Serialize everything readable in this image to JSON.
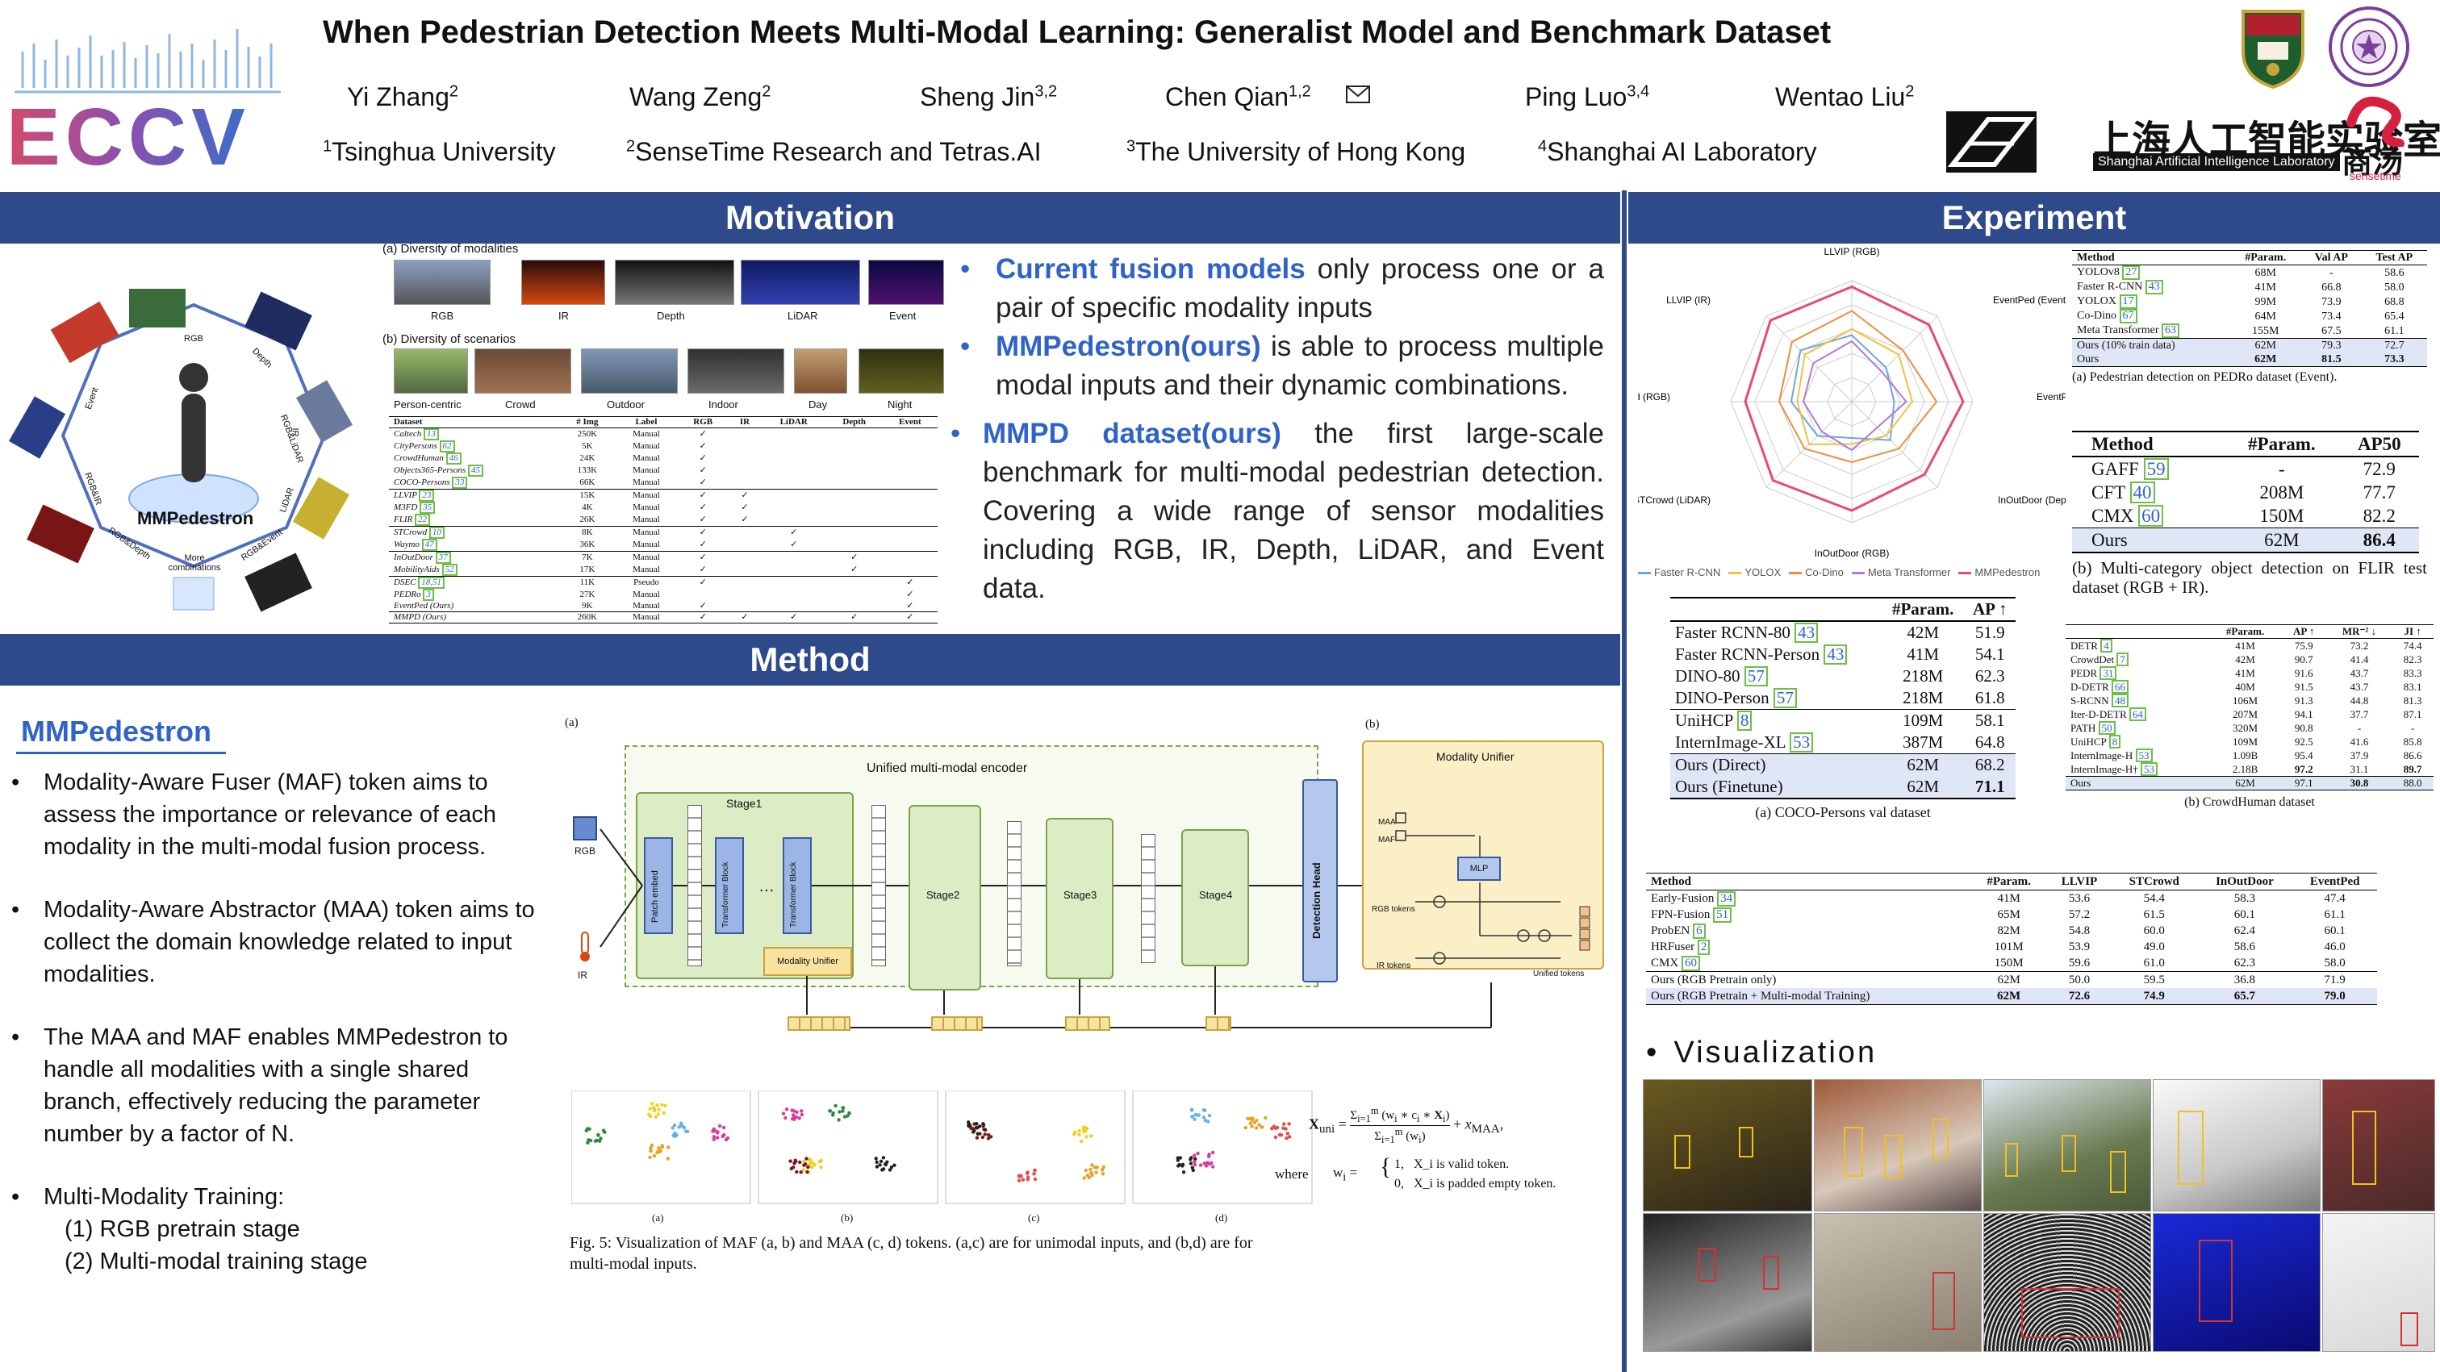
{
  "header": {
    "conference": "ECCV",
    "title": "When Pedestrian Detection Meets Multi-Modal Learning: Generalist Model and Benchmark Dataset",
    "authors": [
      {
        "name": "Yi Zhang",
        "sup": "2"
      },
      {
        "name": "Wang Zeng",
        "sup": "2"
      },
      {
        "name": "Sheng Jin",
        "sup": "3,2"
      },
      {
        "name": "Chen Qian",
        "sup": "1,2"
      },
      {
        "name": "Ping Luo",
        "sup": "3,4"
      },
      {
        "name": "Wentao Liu",
        "sup": "2"
      }
    ],
    "affiliations": [
      {
        "sup": "1",
        "name": "Tsinghua University"
      },
      {
        "sup": "2",
        "name": "SenseTime Research and Tetras.AI"
      },
      {
        "sup": "3",
        "name": "The University of Hong Kong"
      },
      {
        "sup": "4",
        "name": "Shanghai AI Laboratory"
      }
    ],
    "lab_logo_text": "上海人工智能实验室",
    "lab_logo_sub": "Shanghai Artificial Intelligence Laboratory",
    "sensetime_text": "商汤",
    "sensetime_sub": "sensetime"
  },
  "motivation": {
    "heading": "Motivation",
    "diagram_label": "MMPedestron",
    "ring_labels": [
      "RGB",
      "Depth",
      "IR",
      "Event",
      "LiDAR",
      "RGB&IR",
      "RGB&LiDAR",
      "RGB&Depth",
      "RGB&Event",
      "More combinations"
    ],
    "fig_a_caption": "(a) Diversity of modalities",
    "modalities": [
      "RGB",
      "IR",
      "Depth",
      "LiDAR",
      "Event"
    ],
    "fig_b_caption": "(b) Diversity of scenarios",
    "scenarios": [
      "Person-centric",
      "Crowd",
      "Outdoor",
      "Indoor",
      "Day",
      "Night"
    ],
    "dataset_table": {
      "headers": [
        "Dataset",
        "# Img",
        "Label",
        "RGB",
        "IR",
        "LiDAR",
        "Depth",
        "Event"
      ],
      "rows": [
        [
          "Caltech",
          "13",
          "250K",
          "Manual",
          "✓",
          "",
          "",
          "",
          ""
        ],
        [
          "CityPersons",
          "62",
          "5K",
          "Manual",
          "✓",
          "",
          "",
          "",
          ""
        ],
        [
          "CrowdHuman",
          "46",
          "24K",
          "Manual",
          "✓",
          "",
          "",
          "",
          ""
        ],
        [
          "Objects365-Persons",
          "45",
          "133K",
          "Manual",
          "✓",
          "",
          "",
          "",
          ""
        ],
        [
          "COCO-Persons",
          "33",
          "66K",
          "Manual",
          "✓",
          "",
          "",
          "",
          ""
        ],
        [
          "LLVIP",
          "23",
          "15K",
          "Manual",
          "✓",
          "✓",
          "",
          "",
          ""
        ],
        [
          "M3FD",
          "35",
          "4K",
          "Manual",
          "✓",
          "✓",
          "",
          "",
          ""
        ],
        [
          "FLIR",
          "22",
          "26K",
          "Manual",
          "✓",
          "✓",
          "",
          "",
          ""
        ],
        [
          "STCrowd",
          "10",
          "8K",
          "Manual",
          "✓",
          "",
          "✓",
          "",
          ""
        ],
        [
          "Waymo",
          "47",
          "36K",
          "Manual",
          "✓",
          "",
          "✓",
          "",
          ""
        ],
        [
          "InOutDoor",
          "37",
          "7K",
          "Manual",
          "✓",
          "",
          "",
          "✓",
          ""
        ],
        [
          "MobilityAids",
          "52",
          "17K",
          "Manual",
          "✓",
          "",
          "",
          "✓",
          ""
        ],
        [
          "DSEC",
          "18,51",
          "11K",
          "Pseudo",
          "✓",
          "",
          "",
          "",
          "✓"
        ],
        [
          "PEDRo",
          "3",
          "27K",
          "Manual",
          "",
          "",
          "",
          "",
          "✓"
        ],
        [
          "EventPed (Ours)",
          "",
          "9K",
          "Manual",
          "✓",
          "",
          "",
          "",
          "✓"
        ],
        [
          "MMPD (Ours)",
          "",
          "260K",
          "Manual",
          "✓",
          "✓",
          "✓",
          "✓",
          "✓"
        ]
      ]
    },
    "bullets": [
      {
        "highlight": "Current fusion models",
        "text": " only process one or a pair of specific modality inputs"
      },
      {
        "highlight": "MMPedestron(ours)",
        "text": " is able to process multiple modal inputs and their dynamic combinations."
      },
      {
        "highlight": "MMPD dataset(ours)",
        "text": " the first large-scale benchmark for multi-modal pedestrian detection.  Covering a wide range of sensor modalities including RGB, IR, Depth, LiDAR, and Event data."
      }
    ]
  },
  "method": {
    "heading": "Method",
    "subheading": "MMPedestron",
    "points": [
      "Modality-Aware Fuser (MAF) token aims to assess the importance or relevance of each modality in the multi-modal fusion process.",
      "Modality-Aware Abstractor (MAA) token aims to collect the domain knowledge related to input modalities.",
      "The MAA and MAF enables MMPedestron to handle all modalities with a single shared branch, effectively reducing the parameter number by a factor of N.",
      "Multi-Modality Training:"
    ],
    "training_stages": [
      "(1) RGB pretrain stage",
      "(2) Multi-modal training stage"
    ],
    "arch": {
      "label_a": "(a)",
      "label_b": "(b)",
      "encoder_title": "Unified multi-modal encoder",
      "stage1": "Stage1",
      "stage2": "Stage2",
      "stage3": "Stage3",
      "stage4": "Stage4",
      "patch_embed": "Patch embed",
      "transformer_block": "Transformer Block",
      "modality_unifier": "Modality Unifier",
      "detection_head": "Detection Head",
      "input_rgb": "RGB",
      "input_ir": "IR",
      "unifier_title": "Modality Unifier",
      "maa": "MAA",
      "maf": "MAF",
      "mlp": "MLP",
      "rgb_tokens": "RGB tokens",
      "ir_tokens": "IR tokens",
      "unified_tokens": "Unified tokens"
    },
    "tsne_labels": [
      "(a)",
      "(b)",
      "(c)",
      "(d)"
    ],
    "equation_lhs": "X",
    "equation_where": "where",
    "equation_cases": [
      "X_i is valid token.",
      "X_i is padded empty token."
    ],
    "fig5_caption": "Fig. 5: Visualization of MAF (a, b) and MAA (c, d) tokens. (a,c) are for unimodal inputs, and (b,d) are for multi-modal inputs."
  },
  "experiment": {
    "heading": "Experiment",
    "radar": {
      "axes": [
        "LLVIP (RGB)",
        "EventPed (Event)",
        "EventPed (RGB)",
        "InOutDoor (Depth)",
        "InOutDoor (RGB)",
        "STCrowd (LiDAR)",
        "STCrowd (RGB)",
        "LLVIP (IR)"
      ],
      "legend": [
        "Faster R-CNN",
        "YOLOX",
        "Co-Dino",
        "Meta Transformer",
        "MMPedestron"
      ],
      "colors": [
        "#6aa6e8",
        "#f2c23c",
        "#f28c3c",
        "#b07ad8",
        "#e94b6a"
      ]
    },
    "pedro_table": {
      "headers": [
        "Method",
        "#Param.",
        "Val AP",
        "Test AP"
      ],
      "rows": [
        [
          "YOLOv8",
          "27",
          "68M",
          "-",
          "58.6"
        ],
        [
          "Faster R-CNN",
          "43",
          "41M",
          "66.8",
          "58.0"
        ],
        [
          "YOLOX",
          "17",
          "99M",
          "73.9",
          "68.8"
        ],
        [
          "Co-Dino",
          "67",
          "64M",
          "73.4",
          "65.4"
        ],
        [
          "Meta Transformer",
          "63",
          "155M",
          "67.5",
          "61.1"
        ],
        [
          "Ours (10% train data)",
          "",
          "62M",
          "79.3",
          "72.7"
        ],
        [
          "Ours",
          "",
          "62M",
          "81.5",
          "73.3"
        ]
      ],
      "caption": "(a) Pedestrian detection on PEDRo dataset (Event)."
    },
    "flir_table": {
      "headers": [
        "Method",
        "#Param.",
        "AP50"
      ],
      "rows": [
        [
          "GAFF",
          "59",
          "-",
          "72.9"
        ],
        [
          "CFT",
          "40",
          "208M",
          "77.7"
        ],
        [
          "CMX",
          "60",
          "150M",
          "82.2"
        ],
        [
          "Ours",
          "",
          "62M",
          "86.4"
        ]
      ],
      "caption": "(b) Multi-category object detection on FLIR test dataset (RGB + IR)."
    },
    "coco_table": {
      "headers": [
        "",
        "#Param.",
        "AP ↑"
      ],
      "rows": [
        [
          "Faster RCNN-80",
          "43",
          "42M",
          "51.9"
        ],
        [
          "Faster RCNN-Person",
          "43",
          "41M",
          "54.1"
        ],
        [
          "DINO-80",
          "57",
          "218M",
          "62.3"
        ],
        [
          "DINO-Person",
          "57",
          "218M",
          "61.8"
        ],
        [
          "UniHCP",
          "8",
          "109M",
          "58.1"
        ],
        [
          "InternImage-XL",
          "53",
          "387M",
          "64.8"
        ],
        [
          "Ours (Direct)",
          "",
          "62M",
          "68.2"
        ],
        [
          "Ours (Finetune)",
          "",
          "62M",
          "71.1"
        ]
      ],
      "caption": "(a) COCO-Persons val dataset"
    },
    "crowdhuman_table": {
      "headers": [
        "",
        "#Param.",
        "AP ↑",
        "MR⁻² ↓",
        "JI ↑"
      ],
      "rows": [
        [
          "DETR",
          "4",
          "41M",
          "75.9",
          "73.2",
          "74.4"
        ],
        [
          "CrowdDet",
          "7",
          "42M",
          "90.7",
          "41.4",
          "82.3"
        ],
        [
          "PEDR",
          "31",
          "41M",
          "91.6",
          "43.7",
          "83.3"
        ],
        [
          "D-DETR",
          "66",
          "40M",
          "91.5",
          "43.7",
          "83.1"
        ],
        [
          "S-RCNN",
          "48",
          "106M",
          "91.3",
          "44.8",
          "81.3"
        ],
        [
          "Iter-D-DETR",
          "64",
          "207M",
          "94.1",
          "37.7",
          "87.1"
        ],
        [
          "PATH",
          "50",
          "320M",
          "90.8",
          "-",
          "-"
        ],
        [
          "UniHCP",
          "8",
          "109M",
          "92.5",
          "41.6",
          "85.8"
        ],
        [
          "InternImage-H",
          "53",
          "1.09B",
          "95.4",
          "37.9",
          "86.6"
        ],
        [
          "InternImage-H†",
          "53",
          "2.18B",
          "97.2",
          "31.1",
          "89.7"
        ],
        [
          "Ours",
          "",
          "62M",
          "97.1",
          "30.8",
          "88.0"
        ]
      ],
      "caption": "(b) CrowdHuman dataset"
    },
    "multimodal_table": {
      "headers": [
        "Method",
        "#Param.",
        "LLVIP",
        "STCrowd",
        "InOutDoor",
        "EventPed"
      ],
      "rows": [
        [
          "Early-Fusion",
          "34",
          "41M",
          "53.6",
          "54.4",
          "58.3",
          "47.4"
        ],
        [
          "FPN-Fusion",
          "51",
          "65M",
          "57.2",
          "61.5",
          "60.1",
          "61.1"
        ],
        [
          "ProbEN",
          "6",
          "82M",
          "54.8",
          "60.0",
          "62.4",
          "60.1"
        ],
        [
          "HRFuser",
          "2",
          "101M",
          "53.9",
          "49.0",
          "58.6",
          "46.0"
        ],
        [
          "CMX",
          "60",
          "150M",
          "59.6",
          "61.0",
          "62.3",
          "58.0"
        ],
        [
          "Ours (RGB Pretrain only)",
          "",
          "62M",
          "50.0",
          "59.5",
          "36.8",
          "71.9"
        ],
        [
          "Ours (RGB Pretrain + Multi-modal Training)",
          "",
          "62M",
          "72.6",
          "74.9",
          "65.7",
          "79.0"
        ]
      ]
    },
    "visualization_heading": "Visualization"
  }
}
